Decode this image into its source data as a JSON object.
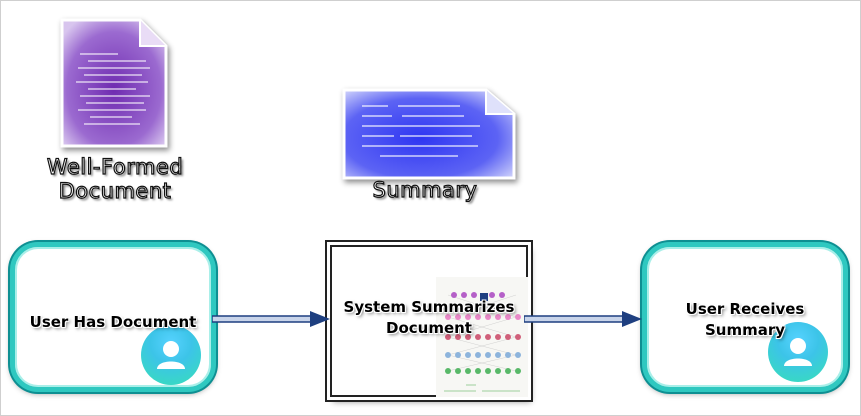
{
  "artifacts": {
    "input_document": {
      "label_line1": "Well-Formed",
      "label_line2": "Document",
      "icon": "document-icon",
      "color": "#7b3fb6"
    },
    "summary_document": {
      "label": "Summary",
      "icon": "document-icon",
      "color": "#3a44f0"
    }
  },
  "flow": {
    "step1": {
      "label": "User Has Document",
      "icon": "user-icon"
    },
    "step2": {
      "label_line1": "System Summarizes",
      "label_line2": "Document",
      "icon": "neural-network-icon"
    },
    "step3": {
      "label_line1": "User Receives",
      "label_line2": "Summary",
      "icon": "user-icon"
    }
  },
  "colors": {
    "user_node_border": "#2fc8c0",
    "arrow": "#1e3f80",
    "avatar_gradient_top": "#56d2ff",
    "avatar_gradient_bottom": "#37e0b6"
  }
}
